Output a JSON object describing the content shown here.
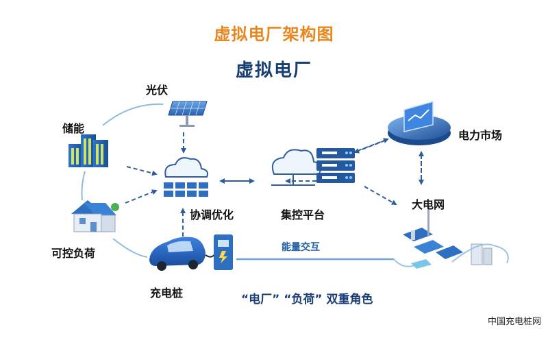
{
  "header": {
    "title": "虚拟电厂架构图",
    "subtitle": "虚拟电厂"
  },
  "nodes": {
    "pv": "光伏",
    "storage": "储能",
    "controllable_load": "可控负荷",
    "charging_pile": "充电桩",
    "coordination": "协调优化",
    "platform": "集控平台",
    "power_market": "电力市场",
    "grid": "大电网"
  },
  "links": {
    "energy_exchange": "能量交互"
  },
  "footer": {
    "dual_role": "“电厂” “负荷” 双重角色",
    "watermark": "中国充电桩网"
  },
  "colors": {
    "title_orange": "#e8861f",
    "subtitle_navy": "#163e72",
    "arrow_blue": "#2f5d9c",
    "line_light": "#7fb2de"
  }
}
